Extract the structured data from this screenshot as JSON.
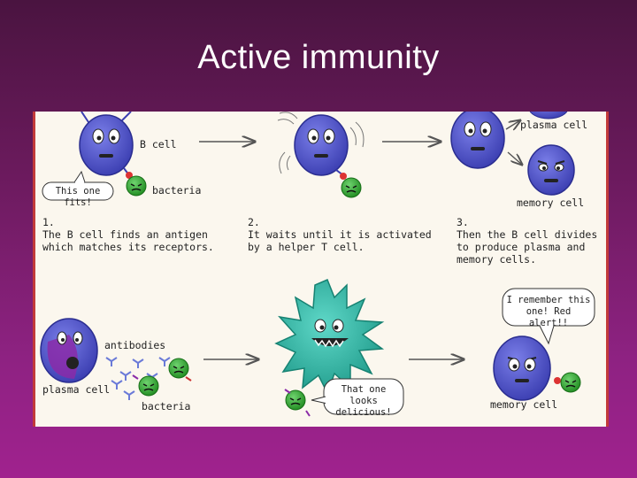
{
  "title": "Active immunity",
  "steps": [
    {
      "number": "1.",
      "text": "The B cell finds an antigen\nwhich matches its receptors."
    },
    {
      "number": "2.",
      "text": "It waits until it is activated\nby a helper T cell."
    },
    {
      "number": "3.",
      "text": "Then the B cell divides\nto produce plasma and\nmemory cells."
    }
  ],
  "labels": {
    "b_cell": "B cell",
    "bacteria_top": "bacteria",
    "plasma_cell_top": "plasma cell",
    "memory_cell_top": "memory cell",
    "antibodies": "antibodies",
    "plasma_cell_bottom": "plasma cell",
    "bacteria_bottom": "bacteria",
    "memory_cell_bottom": "memory cell"
  },
  "speech": {
    "this_one_fits": "This one fits!",
    "delicious": "That one looks\ndelicious!",
    "remember": "I remember this\none! Red alert!!"
  },
  "colors": {
    "cell_blue": "#4c4fc4",
    "bacteria_green": "#2f9e2f",
    "monster_teal": "#2fb3a3",
    "border_red": "#c23a3a"
  }
}
